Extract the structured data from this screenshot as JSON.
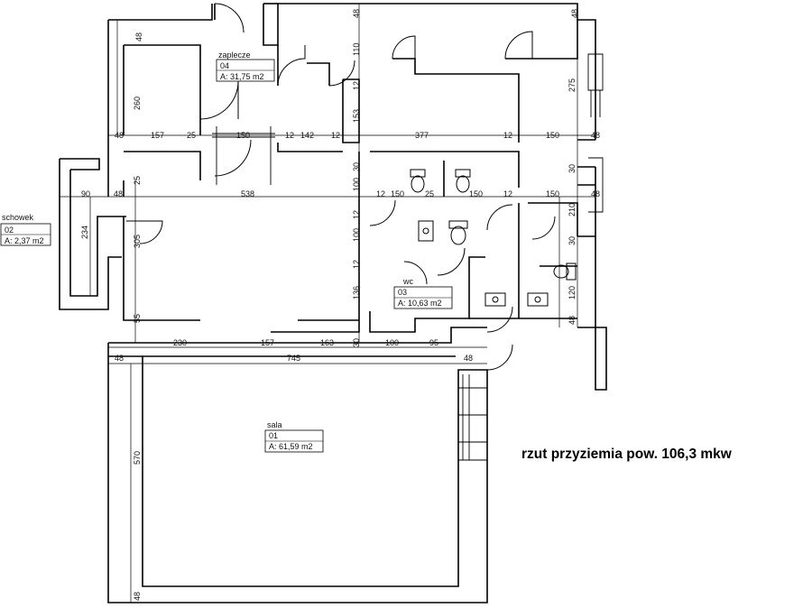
{
  "caption": "rzut przyziemia pow. 106,3 mkw",
  "rooms": [
    {
      "name": "zaplecze",
      "number": "04",
      "area": "A: 31,75 m2"
    },
    {
      "name": "schowek",
      "number": "02",
      "area": "A: 2,37 m2"
    },
    {
      "name": "wc",
      "number": "03",
      "area": "A: 10,63 m2"
    },
    {
      "name": "sala",
      "number": "01",
      "area": "A: 61,59 m2"
    }
  ],
  "dimensions": {
    "d48_top_left": "48",
    "d48_top_mid": "48",
    "d48_top_right": "48",
    "d260": "260",
    "d110": "110",
    "d12_a": "12",
    "d153": "153",
    "d275": "275",
    "d48_r1": "48",
    "d157_a": "157",
    "d25_a": "25",
    "d150_a": "150",
    "d12_b": "12",
    "d142": "142",
    "d12_c": "12",
    "d377": "377",
    "d12_d": "12",
    "d150_b": "150",
    "d48_r2": "48",
    "d30_a": "30",
    "d100_a": "100",
    "d25_b": "25",
    "d30_b": "30",
    "d90": "90",
    "d48_r3": "48",
    "d538": "538",
    "d12_e": "12",
    "d150_c": "150",
    "d25_c": "25",
    "d150_d": "150",
    "d12_f": "12",
    "d150_e": "150",
    "d48_r4": "48",
    "d234": "234",
    "d12_g": "12",
    "d210": "210",
    "d305": "305",
    "d100_b": "100",
    "d12_h": "12",
    "d30_c": "30",
    "d136": "136",
    "d120": "120",
    "d55": "55",
    "d48_r5": "48",
    "d230": "230",
    "d157_b": "157",
    "d163": "163",
    "d100_c": "100",
    "d95": "95",
    "d30_d": "30",
    "d48_r6": "48",
    "d745": "745",
    "d48_r7": "48",
    "d570": "570",
    "d48_bottom": "48"
  }
}
